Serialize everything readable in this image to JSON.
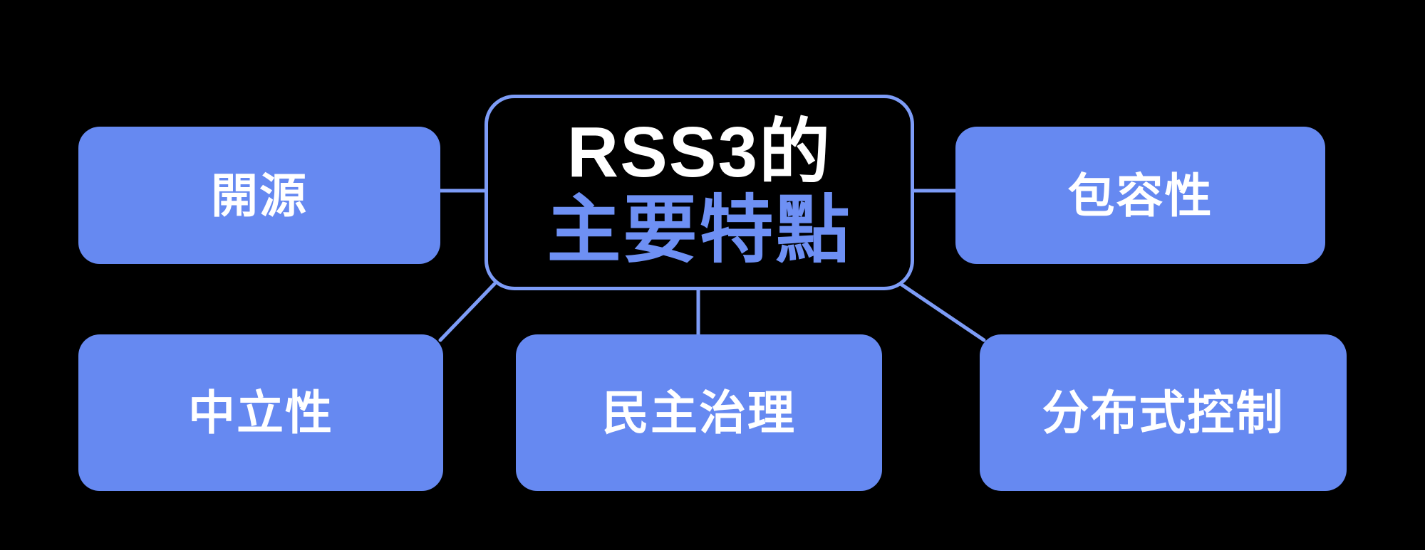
{
  "diagram": {
    "type": "mindmap",
    "center": {
      "line1": "RSS3的",
      "line2": "主要特點"
    },
    "nodes": [
      {
        "id": "open-source",
        "label": "開源",
        "position": "top-left"
      },
      {
        "id": "inclusivity",
        "label": "包容性",
        "position": "top-right"
      },
      {
        "id": "neutrality",
        "label": "中立性",
        "position": "bottom-left"
      },
      {
        "id": "democratic-governance",
        "label": "民主治理",
        "position": "bottom-center"
      },
      {
        "id": "distributed-control",
        "label": "分布式控制",
        "position": "bottom-right"
      }
    ],
    "colors": {
      "background": "#000000",
      "node_fill": "#6689F1",
      "connector": "#7D9CF7",
      "central_border": "#7D9CF7",
      "central_fill": "#000000",
      "title_primary": "#FFFFFF",
      "title_accent": "#6E90F4",
      "label_text": "#FFFFFF"
    }
  }
}
